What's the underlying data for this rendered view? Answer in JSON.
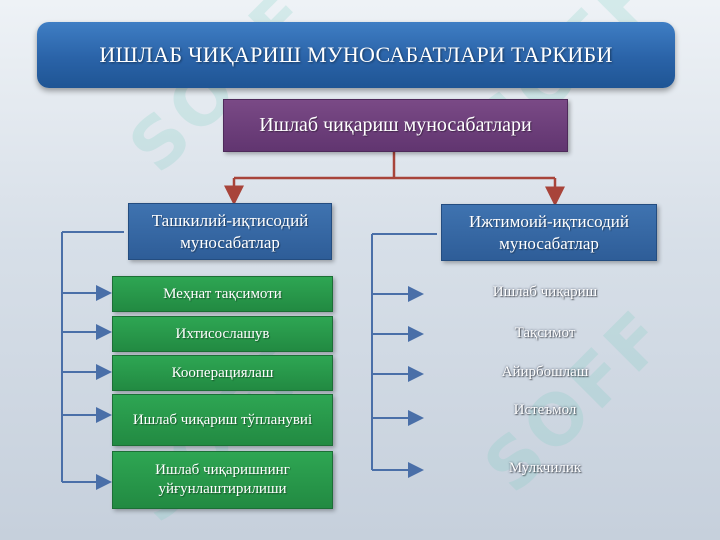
{
  "title": "ИШЛАБ ЧИҚАРИШ МУНОСАБАТЛАРИ ТАРКИБИ",
  "root": "Ишлаб чиқариш муносабатлари",
  "left_category": {
    "label": "Ташкилий-иқтисодий муносабатлар",
    "items": [
      "Меҳнат тақсимоти",
      "Ихтисослашув",
      "Кооперациялаш",
      "Ишлаб чиқариш тўпланувиi",
      "Ишлаб чиқаришнинг уйғунлаштирилиши"
    ]
  },
  "right_category": {
    "label": "Ижтимоий-иқтисодий муносабатлар",
    "items": [
      "Ишлаб чиқариш",
      "Тақсимот",
      "Айирбошлаш",
      "Истеъмол",
      "Мулкчилик"
    ]
  },
  "watermark": "SOFF",
  "colors": {
    "title_bar": "#2a63a8",
    "root_box": "#6b3d7a",
    "category_box": "#3366a8",
    "item_box": "#27964a",
    "connector_red": "#a8443a",
    "connector_blue": "#4a6fa8"
  }
}
